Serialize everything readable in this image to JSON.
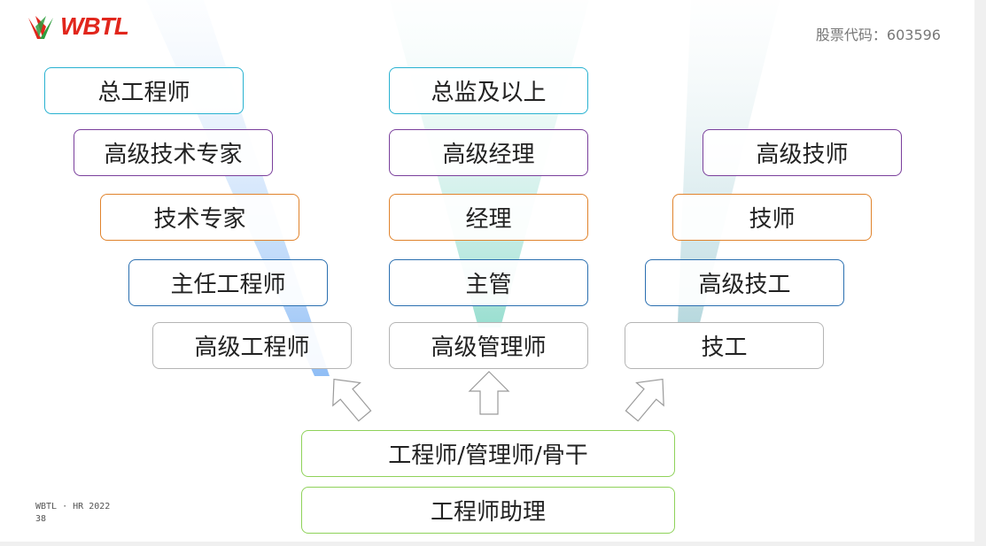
{
  "header": {
    "logo_text": "WBTL",
    "stock_code": "股票代码：603596"
  },
  "tracks": {
    "technical": [
      "总工程师",
      "高级技术专家",
      "技术专家",
      "主任工程师",
      "高级工程师"
    ],
    "management": [
      "总监及以上",
      "高级经理",
      "经理",
      "主管",
      "高级管理师"
    ],
    "skilled": [
      "高级技师",
      "技师",
      "高级技工",
      "技工"
    ]
  },
  "base": {
    "level2": "工程师/管理师/骨干",
    "level1": "工程师助理"
  },
  "footer": {
    "line1": "WBTL · HR 2022",
    "line2": "38"
  },
  "colors": {
    "cyan": "#29b2d1",
    "purple": "#7a3f9c",
    "orange": "#e0832c",
    "blue": "#2a6fb0",
    "gray": "#b4b4b4",
    "green": "#8fd25a",
    "brand_red": "#e1261c",
    "brand_green": "#2e9e3e"
  }
}
